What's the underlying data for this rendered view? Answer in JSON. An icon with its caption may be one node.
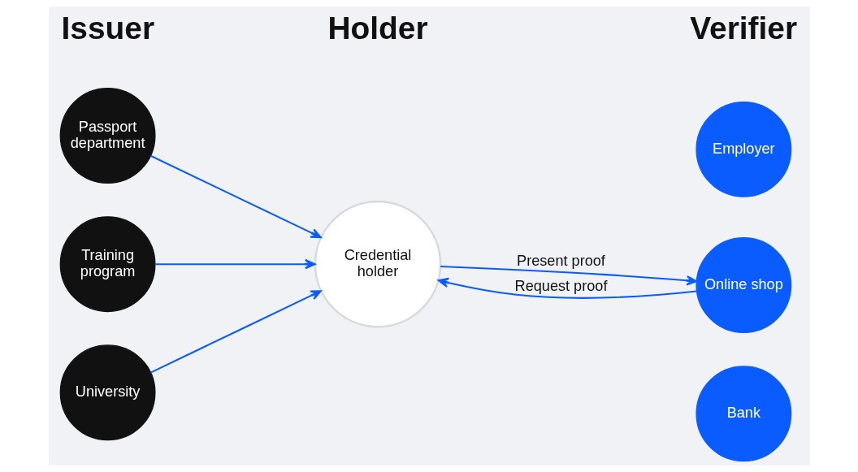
{
  "diagram": {
    "nodes": [
      {
        "text": [
          "Passport department"
        ]
      },
      {
        "text": [
          "Training program"
        ]
      },
      {
        "text": [
          "University"
        ]
      },
      {
        "text": [
          "Credential holder"
        ]
      },
      {
        "text": [
          "Employer"
        ]
      },
      {
        "text": [
          "Online shop"
        ]
      },
      {
        "text": [
          "Bank"
        ]
      }
    ],
    "edges": [
      {
        "from": 0,
        "to": 3,
        "arrow": "to"
      },
      {
        "from": 1,
        "to": 3,
        "arrow": "to"
      },
      {
        "from": 2,
        "to": 3,
        "arrow": "to"
      },
      {
        "from": 5,
        "to": 3,
        "arrow": "to",
        "label": "Request proof"
      },
      {
        "from": 3,
        "to": 5,
        "arrow": "to",
        "label": "Present proof"
      }
    ],
    "labels": [
      "Issuer",
      "Holder",
      "Verifier"
    ]
  }
}
